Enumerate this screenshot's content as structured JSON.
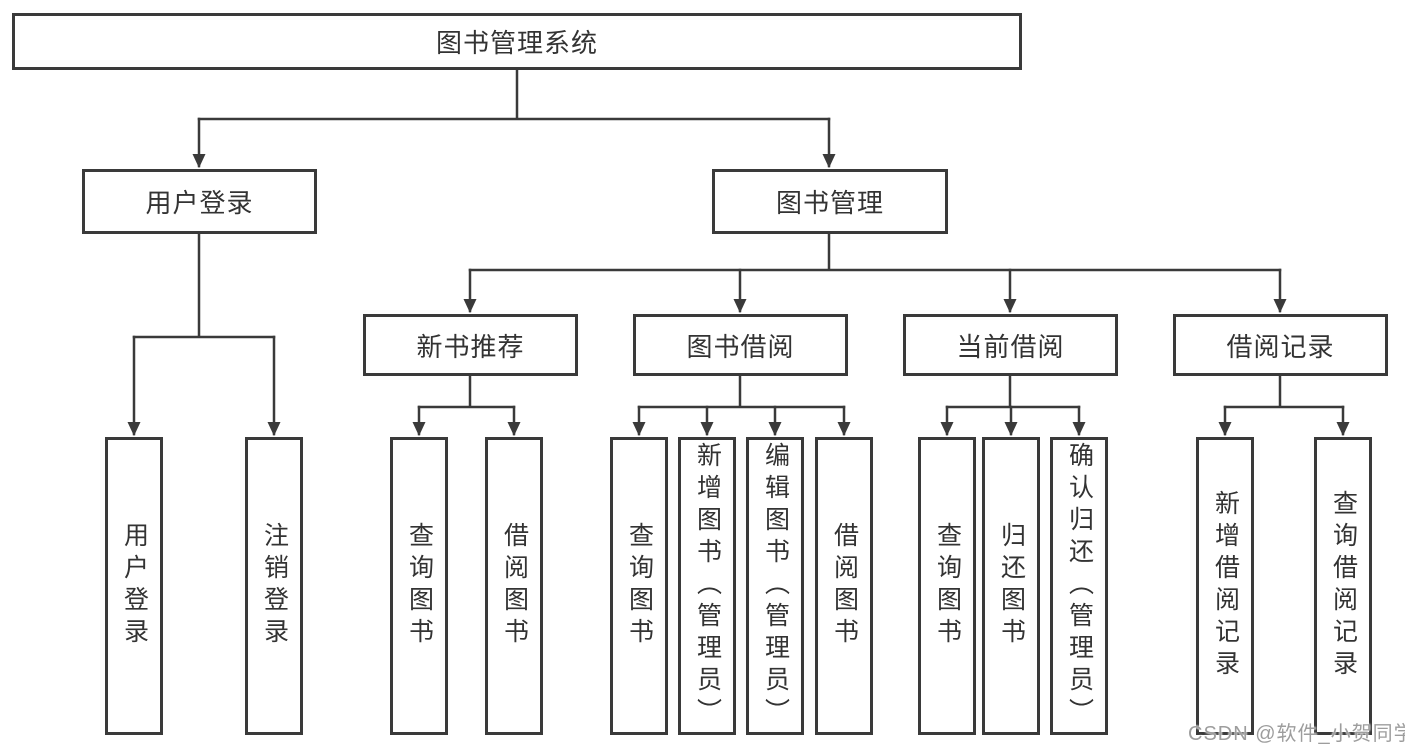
{
  "tree": {
    "root": "图书管理系统",
    "user_login": {
      "label": "用户登录",
      "children": [
        "用户登录",
        "注销登录"
      ]
    },
    "book_mgmt": {
      "label": "图书管理",
      "sections": [
        {
          "label": "新书推荐",
          "children": [
            "查询图书",
            "借阅图书"
          ]
        },
        {
          "label": "图书借阅",
          "children": [
            "查询图书",
            "新增图书（管理员）",
            "编辑图书（管理员）",
            "借阅图书"
          ]
        },
        {
          "label": "当前借阅",
          "children": [
            "查询图书",
            "归还图书",
            "确认归还（管理员）"
          ]
        },
        {
          "label": "借阅记录",
          "children": [
            "新增借阅记录",
            "查询借阅记录"
          ]
        }
      ]
    }
  },
  "watermark": {
    "text": "CSDN @软件_小贺同学"
  },
  "colors": {
    "line": "#3a3a3a",
    "box_border": "#3a3a3a",
    "box_fill": "#ffffff",
    "text": "#333333",
    "watermark": "#9d9d9d",
    "background": "#ffffff"
  }
}
